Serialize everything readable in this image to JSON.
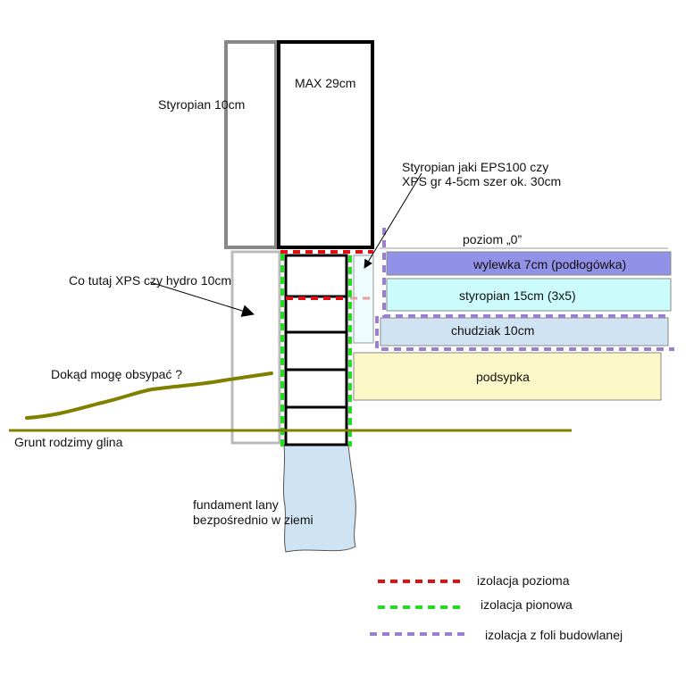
{
  "labels": {
    "styropian_wall": "Styropian 10cm",
    "max_wall": "MAX 29cm",
    "styropian_question_line1": "Styropian jaki EPS100 czy",
    "styropian_question_line2": "XPS gr 4-5cm szer ok. 30cm",
    "poziom_zero": "poziom „0”",
    "xps_question": "Co tutaj XPS czy hydro 10cm",
    "backfill_question": "Dokąd mogę obsypać ?",
    "native_soil": "Grunt rodzimy glina",
    "foundation_line1": "fundament lany",
    "foundation_line2": "bezpośrednio w ziemi"
  },
  "layers": [
    {
      "id": "wylewka",
      "label": "wylewka 7cm (podłogówka)",
      "fill": "#9191e8"
    },
    {
      "id": "styropian",
      "label": "styropian 15cm (3x5)",
      "fill": "#ccfbfb"
    },
    {
      "id": "chudziak",
      "label": "chudziak 10cm",
      "fill": "#cfe3f2"
    },
    {
      "id": "podsypka",
      "label": "podsypka",
      "fill": "#fcf8c8"
    }
  ],
  "legend": [
    {
      "label": "izolacja pozioma",
      "color": "#e01010"
    },
    {
      "label": "izolacja pionowa",
      "color": "#22dd22"
    },
    {
      "label": "izolacja z foli budowlanej",
      "color": "#9b7fcf"
    }
  ],
  "colors": {
    "soil": "#808000",
    "foundation": "#cfe3f2",
    "wall_grey": "#888888",
    "xps_grey": "#bbbbbb"
  }
}
